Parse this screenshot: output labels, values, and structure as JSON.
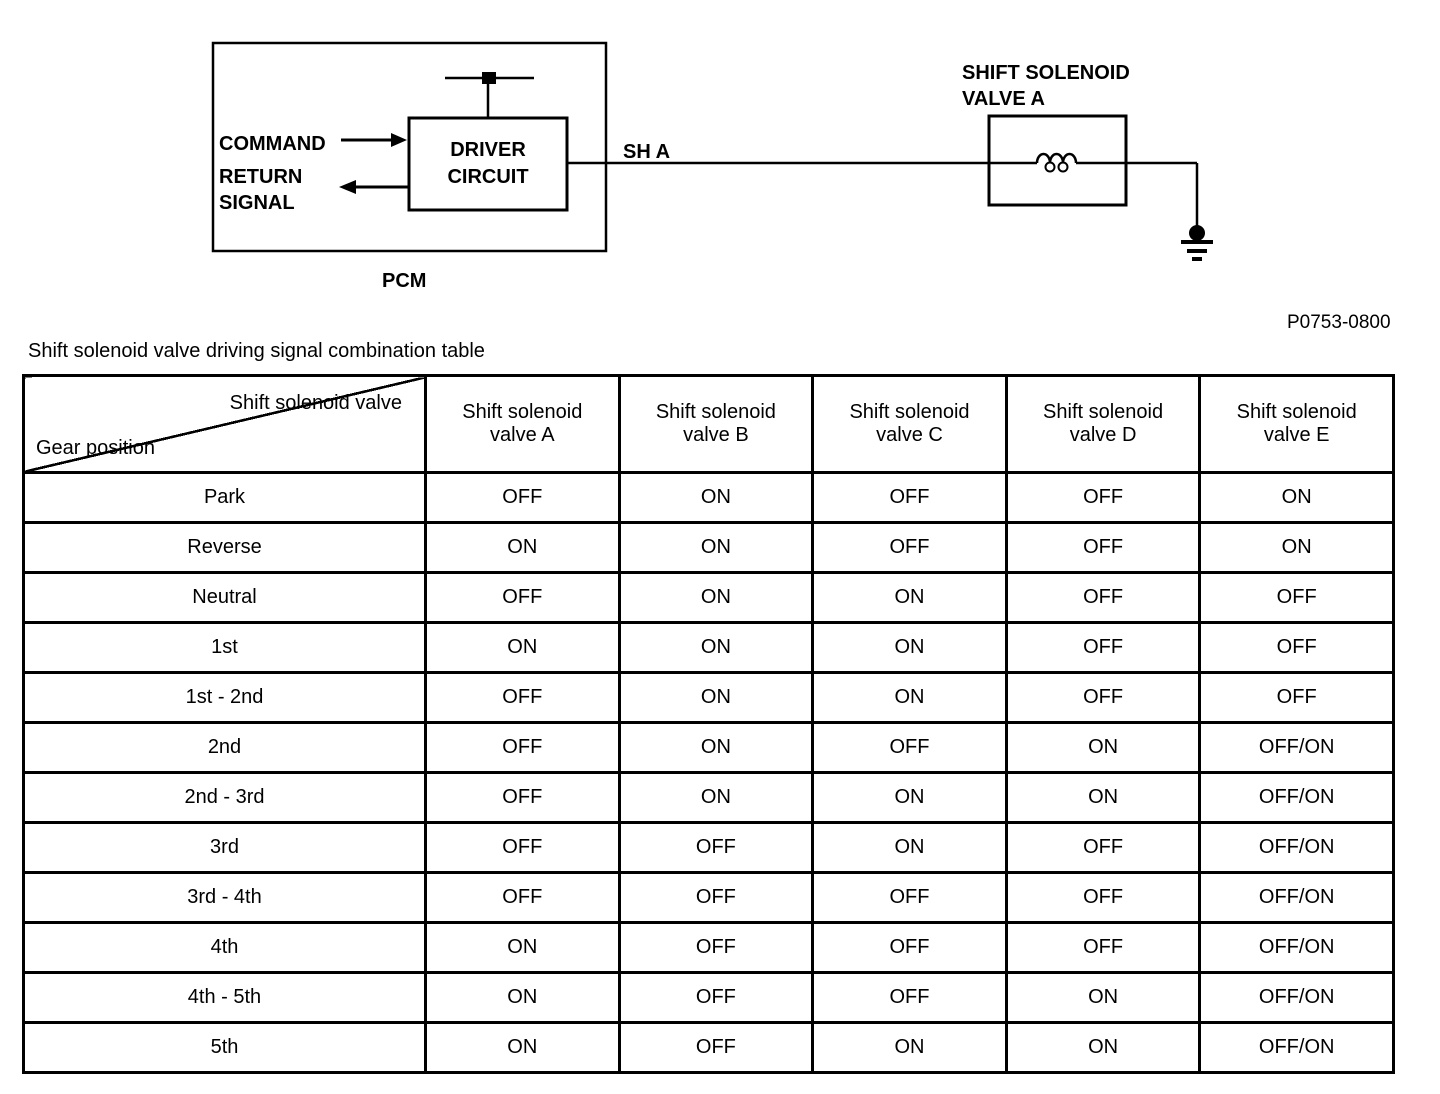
{
  "diagram": {
    "command_label": "COMMAND",
    "return_signal_label": "RETURN\nSIGNAL",
    "driver_circuit_label": "DRIVER\nCIRCUIT",
    "pcm_label": "PCM",
    "sh_a_label": "SH A",
    "solenoid_label": "SHIFT SOLENOID\nVALVE A",
    "figure_code": "P0753-0800",
    "line_color": "#000000",
    "background_color": "#ffffff"
  },
  "table": {
    "title": "Shift solenoid valve driving signal combination table",
    "corner_top": "Shift solenoid valve",
    "corner_bottom": "Gear position",
    "columns": [
      "Shift solenoid\nvalve A",
      "Shift solenoid\nvalve B",
      "Shift solenoid\nvalve C",
      "Shift solenoid\nvalve D",
      "Shift solenoid\nvalve E"
    ],
    "rows": [
      {
        "gear": "Park",
        "values": [
          "OFF",
          "ON",
          "OFF",
          "OFF",
          "ON"
        ]
      },
      {
        "gear": "Reverse",
        "values": [
          "ON",
          "ON",
          "OFF",
          "OFF",
          "ON"
        ]
      },
      {
        "gear": "Neutral",
        "values": [
          "OFF",
          "ON",
          "ON",
          "OFF",
          "OFF"
        ]
      },
      {
        "gear": "1st",
        "values": [
          "ON",
          "ON",
          "ON",
          "OFF",
          "OFF"
        ]
      },
      {
        "gear": "1st - 2nd",
        "values": [
          "OFF",
          "ON",
          "ON",
          "OFF",
          "OFF"
        ]
      },
      {
        "gear": "2nd",
        "values": [
          "OFF",
          "ON",
          "OFF",
          "ON",
          "OFF/ON"
        ]
      },
      {
        "gear": "2nd - 3rd",
        "values": [
          "OFF",
          "ON",
          "ON",
          "ON",
          "OFF/ON"
        ]
      },
      {
        "gear": "3rd",
        "values": [
          "OFF",
          "OFF",
          "ON",
          "OFF",
          "OFF/ON"
        ]
      },
      {
        "gear": "3rd - 4th",
        "values": [
          "OFF",
          "OFF",
          "OFF",
          "OFF",
          "OFF/ON"
        ]
      },
      {
        "gear": "4th",
        "values": [
          "ON",
          "OFF",
          "OFF",
          "OFF",
          "OFF/ON"
        ]
      },
      {
        "gear": "4th - 5th",
        "values": [
          "ON",
          "OFF",
          "OFF",
          "ON",
          "OFF/ON"
        ]
      },
      {
        "gear": "5th",
        "values": [
          "ON",
          "OFF",
          "ON",
          "ON",
          "OFF/ON"
        ]
      }
    ]
  }
}
